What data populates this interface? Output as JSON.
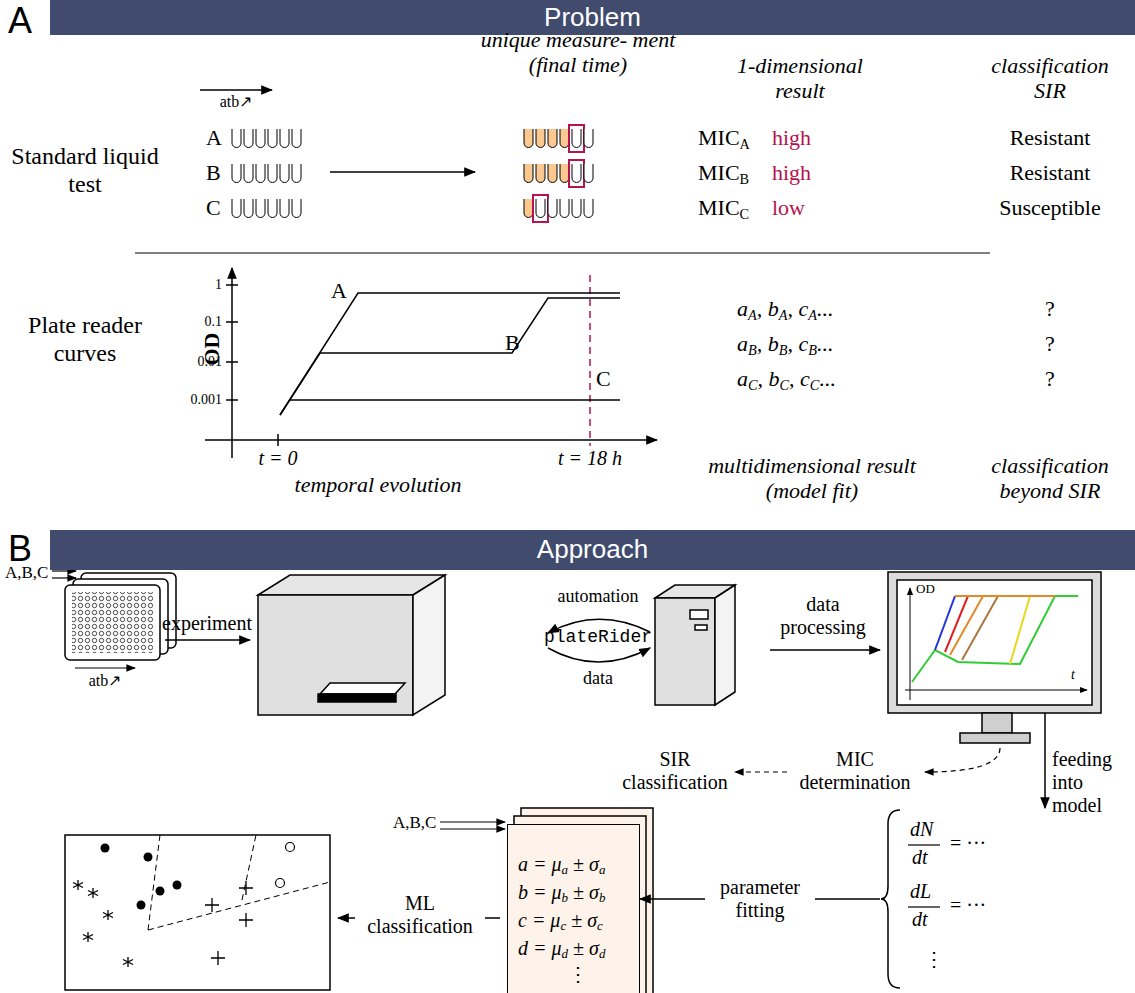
{
  "diagram": {
    "nodes": [
      {
        "text": [
          "Problem"
        ]
      },
      {
        "text": [
          "Approach"
        ]
      },
      {
        "text": [
          "OD",
          "t"
        ]
      },
      {
        "text": [
          "a = μa ± σa",
          "b = μb ± σb",
          "c = μc ± σc",
          "d = μd ± σd",
          "⋮"
        ]
      },
      {
        "text": [
          "dN",
          "dt",
          "= ···",
          "dL",
          "dt",
          "= ···",
          "⋮"
        ]
      }
    ],
    "edges": [
      {
        "from": 2,
        "to": 4,
        "arrow": "to",
        "label": "feeding into model"
      },
      {
        "from": 4,
        "to": 3,
        "arrow": "to",
        "label": "parameter fitting"
      }
    ],
    "labels": [
      "A",
      "atb↗",
      "A",
      "B",
      "C",
      "Standard liquid test",
      "unique measure- ment (final time)",
      "1-dimensional result",
      "classification SIR",
      "MICA",
      "high",
      "MICB",
      "high",
      "MICC",
      "low",
      "Resistant",
      "Resistant",
      "Susceptible",
      "Plate reader curves",
      "OD",
      "1",
      "0.1",
      "0.01",
      "0.001",
      "A",
      "B",
      "C",
      "t = 0",
      "t = 18 h",
      "temporal evolution",
      "aA, bA, cA...",
      "aB, bB, cB...",
      "aC, bC, cC...",
      "?",
      "?",
      "?",
      "multidimensional result (model fit)",
      "classification beyond SIR",
      "B",
      "A,B,C",
      "experiment",
      "atb↗",
      "automation",
      "plateRider",
      "data",
      "data processing",
      "SIR classification",
      "MIC determination",
      "A,B,C",
      "ML classification"
    ]
  }
}
